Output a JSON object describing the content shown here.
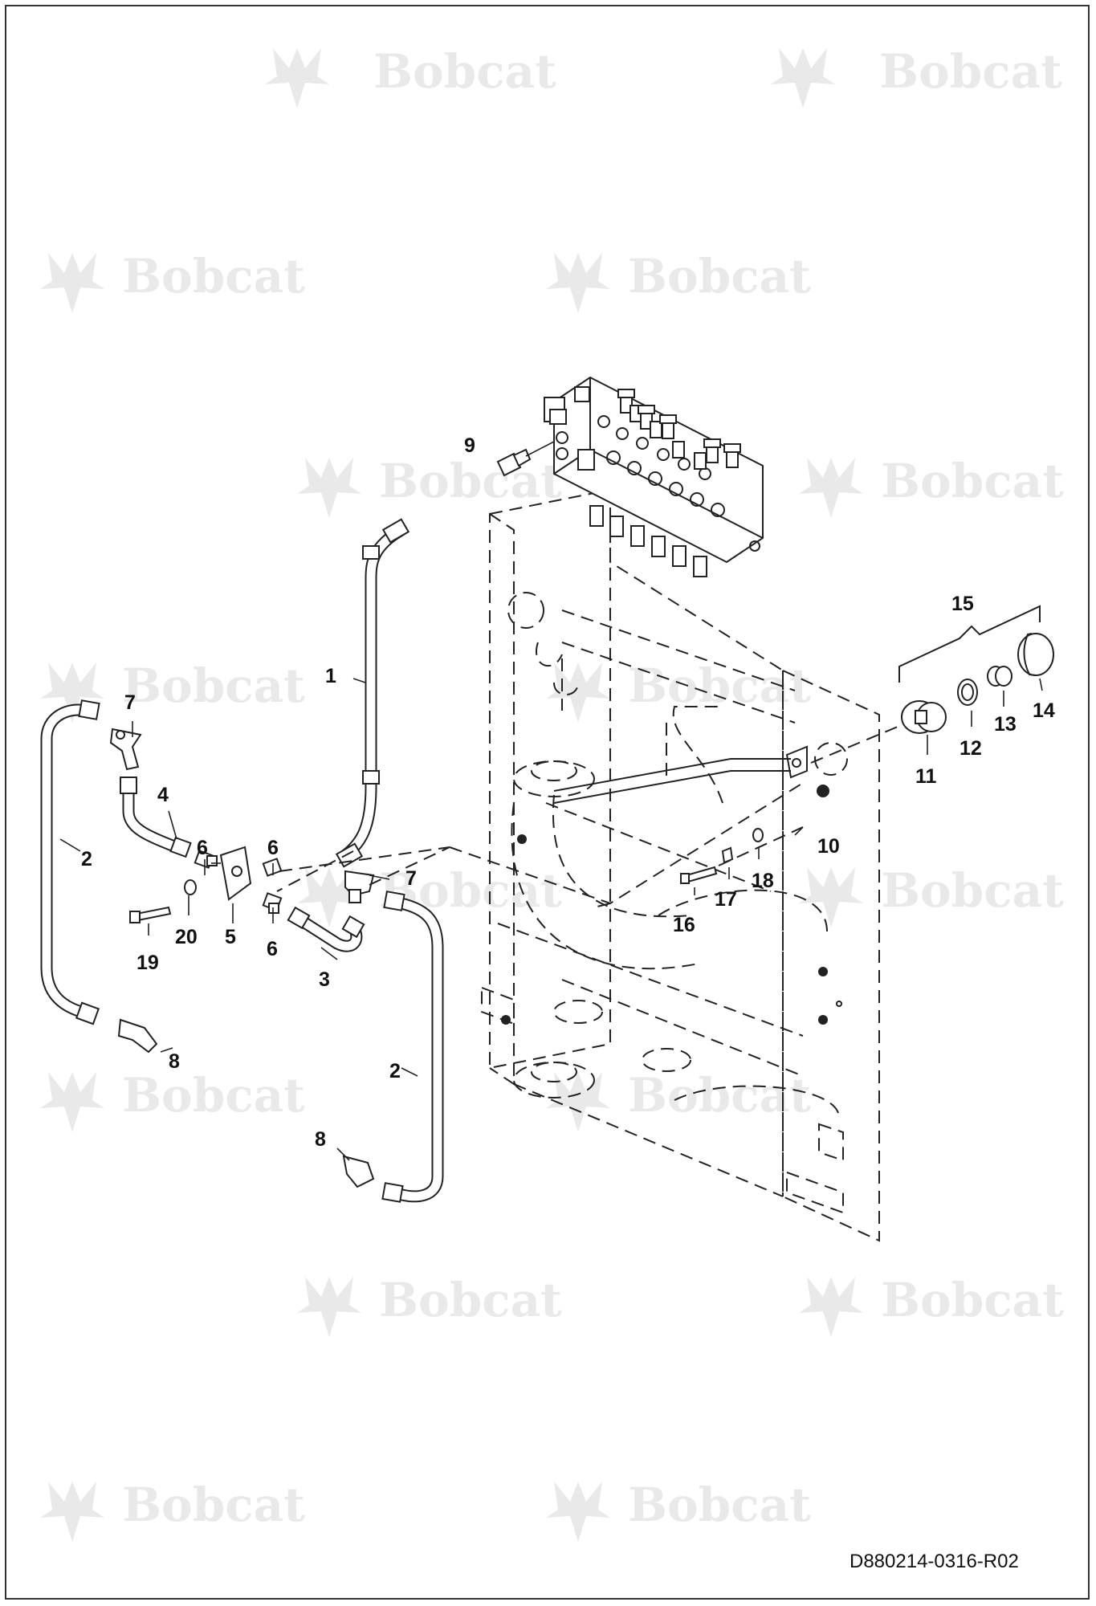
{
  "watermark": {
    "brand": "Bobcat",
    "mark": "."
  },
  "callouts": {
    "c1": "1",
    "c2a": "2",
    "c2b": "2",
    "c3": "3",
    "c4": "4",
    "c5": "5",
    "c6a": "6",
    "c6b": "6",
    "c6c": "6",
    "c7a": "7",
    "c7b": "7",
    "c8a": "8",
    "c8b": "8",
    "c9": "9",
    "c10": "10",
    "c11": "11",
    "c12": "12",
    "c13": "13",
    "c14": "14",
    "c15": "15",
    "c16": "16",
    "c17": "17",
    "c18": "18",
    "c19": "19",
    "c20": "20"
  },
  "document_id": "D880214-0316-R02"
}
